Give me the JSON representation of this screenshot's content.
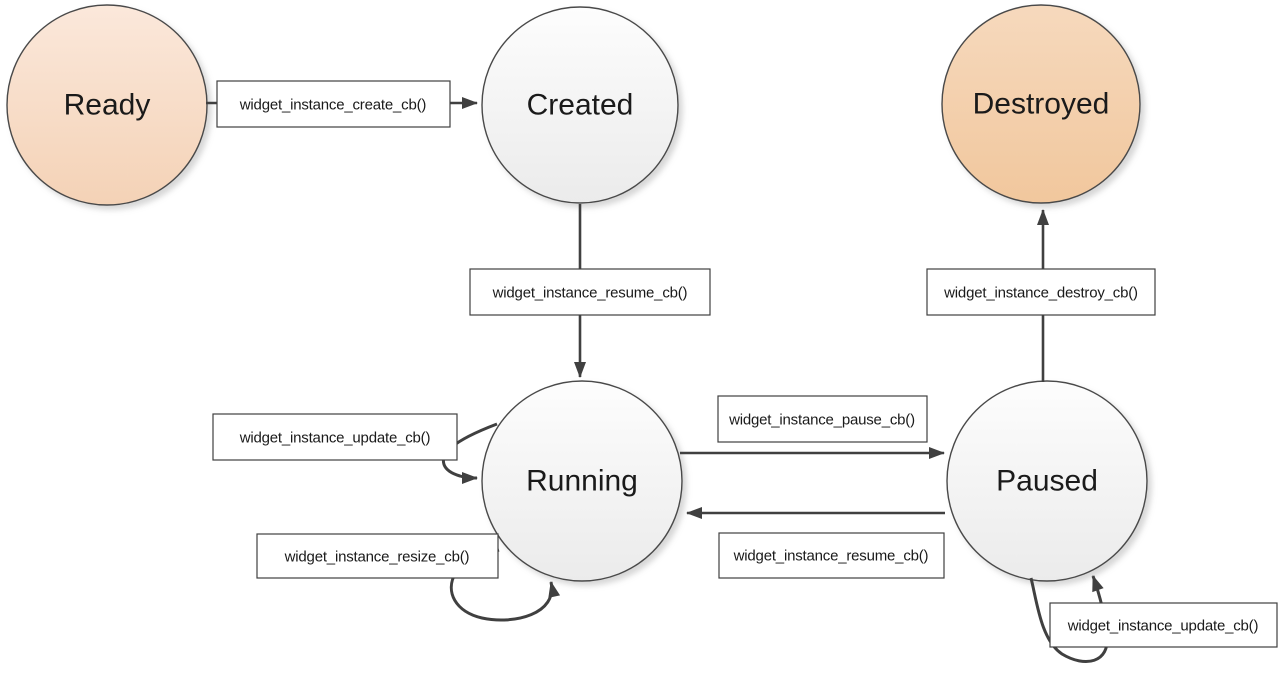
{
  "diagram": {
    "type": "state-machine",
    "subject": "widget instance lifecycle states",
    "nodes": [
      {
        "id": "ready",
        "label": "Ready",
        "fill": "peach"
      },
      {
        "id": "created",
        "label": "Created",
        "fill": "white"
      },
      {
        "id": "destroyed",
        "label": "Destroyed",
        "fill": "orange"
      },
      {
        "id": "running",
        "label": "Running",
        "fill": "white"
      },
      {
        "id": "paused",
        "label": "Paused",
        "fill": "white"
      }
    ],
    "edges": [
      {
        "from": "ready",
        "to": "created",
        "label": "widget_instance_create_cb()"
      },
      {
        "from": "created",
        "to": "running",
        "label": "widget_instance_resume_cb()"
      },
      {
        "from": "running",
        "to": "paused",
        "label": "widget_instance_pause_cb()"
      },
      {
        "from": "paused",
        "to": "running",
        "label": "widget_instance_resume_cb()"
      },
      {
        "from": "paused",
        "to": "destroyed",
        "label": "widget_instance_destroy_cb()"
      },
      {
        "from": "running",
        "to": "running",
        "label": "widget_instance_update_cb()"
      },
      {
        "from": "running",
        "to": "running",
        "label": "widget_instance_resize_cb()"
      },
      {
        "from": "paused",
        "to": "paused",
        "label": "widget_instance_update_cb()"
      }
    ],
    "colors": {
      "peach_top": "#fbe8db",
      "peach_bottom": "#f4d2b6",
      "orange_top": "#f6d9bd",
      "orange_bottom": "#f1c79d",
      "white_top": "#fdfdfd",
      "white_bottom": "#ebebeb",
      "line": "#404040",
      "box_border": "#404040",
      "text": "#1a1a1a"
    }
  }
}
